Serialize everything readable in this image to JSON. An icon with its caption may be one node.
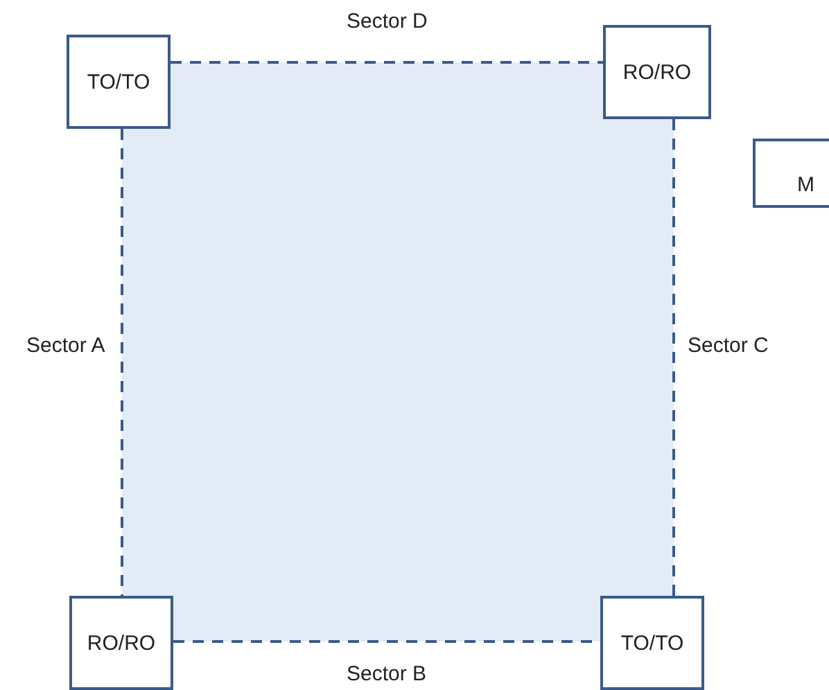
{
  "diagram": {
    "nodes": [
      {
        "text": [
          "TO/TO"
        ]
      },
      {
        "text": [
          "RO/RO"
        ]
      },
      {
        "text": [
          "M"
        ]
      },
      {
        "text": [
          "RO/RO"
        ]
      },
      {
        "text": [
          "TO/TO"
        ]
      }
    ],
    "edges": [
      {
        "from": 0,
        "to": 1,
        "arrow": "none",
        "label": "Sector D",
        "style": "dashed"
      },
      {
        "from": 0,
        "to": 3,
        "arrow": "none",
        "label": "Sector A",
        "style": "dashed"
      },
      {
        "from": 1,
        "to": 4,
        "arrow": "none",
        "label": "Sector C",
        "style": "dashed"
      },
      {
        "from": 3,
        "to": 4,
        "arrow": "none",
        "label": "Sector B",
        "style": "dashed"
      }
    ]
  }
}
